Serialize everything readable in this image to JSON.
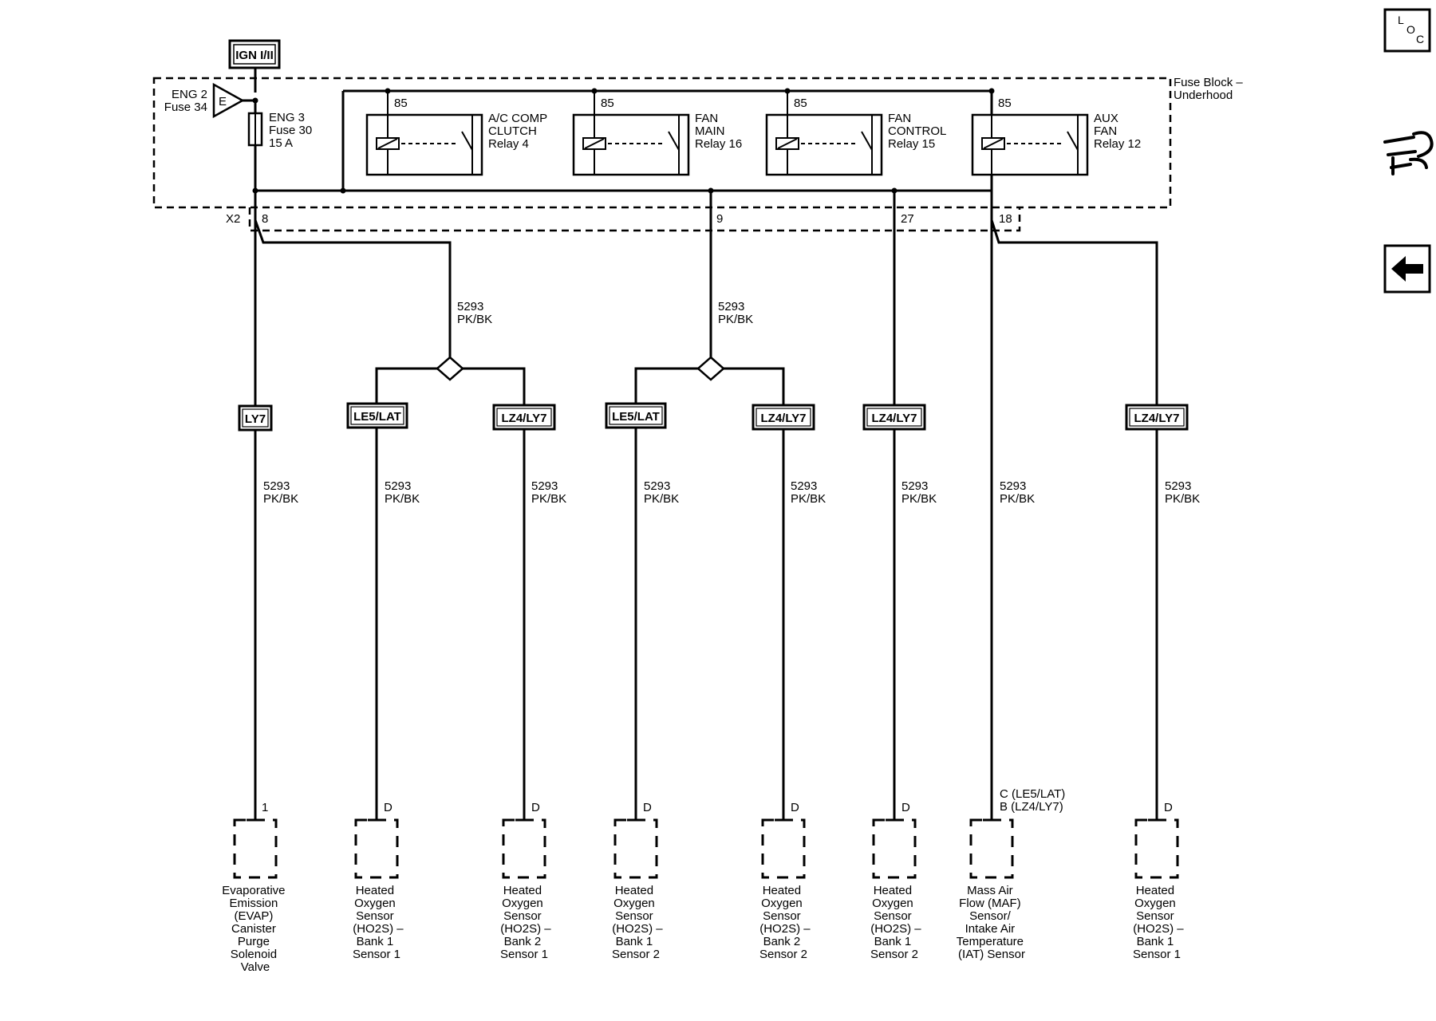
{
  "power_source": "IGN I/II",
  "fuse_block_label": [
    "Fuse Block –",
    "Underhood"
  ],
  "eng2_fuse": {
    "name": "ENG 2",
    "fuse": "Fuse 34",
    "symbol_letter": "E"
  },
  "eng3_fuse": {
    "name": "ENG 3",
    "fuse": "Fuse 30",
    "rating": "15 A"
  },
  "relays": [
    {
      "pin": "85",
      "name": [
        "A/C COMP",
        "CLUTCH",
        "Relay 4"
      ]
    },
    {
      "pin": "85",
      "name": [
        "FAN",
        "MAIN",
        "Relay 16"
      ]
    },
    {
      "pin": "85",
      "name": [
        "FAN",
        "CONTROL",
        "Relay 15"
      ]
    },
    {
      "pin": "85",
      "name": [
        "AUX",
        "FAN",
        "Relay 12"
      ]
    }
  ],
  "connector": {
    "name": "X2",
    "pins": [
      "8",
      "9",
      "27",
      "18"
    ]
  },
  "splice_wires": [
    {
      "circuit": "5293",
      "color": "PK/BK"
    },
    {
      "circuit": "5293",
      "color": "PK/BK"
    }
  ],
  "branches": [
    {
      "option": "LY7",
      "circuit": "5293",
      "color": "PK/BK",
      "pin": [
        "1"
      ],
      "component": [
        "Evaporative",
        "Emission",
        "(EVAP)",
        "Canister",
        "Purge",
        "Solenoid",
        "Valve"
      ]
    },
    {
      "option": "LE5/LAT",
      "circuit": "5293",
      "color": "PK/BK",
      "pin": [
        "D"
      ],
      "component": [
        "Heated",
        "Oxygen",
        "Sensor",
        "(HO2S) –",
        "Bank 1",
        "Sensor 1"
      ]
    },
    {
      "option": "LZ4/LY7",
      "circuit": "5293",
      "color": "PK/BK",
      "pin": [
        "D"
      ],
      "component": [
        "Heated",
        "Oxygen",
        "Sensor",
        "(HO2S) –",
        "Bank 2",
        "Sensor 1"
      ]
    },
    {
      "option": "LE5/LAT",
      "circuit": "5293",
      "color": "PK/BK",
      "pin": [
        "D"
      ],
      "component": [
        "Heated",
        "Oxygen",
        "Sensor",
        "(HO2S) –",
        "Bank 1",
        "Sensor 2"
      ]
    },
    {
      "option": "LZ4/LY7",
      "circuit": "5293",
      "color": "PK/BK",
      "pin": [
        "D"
      ],
      "component": [
        "Heated",
        "Oxygen",
        "Sensor",
        "(HO2S) –",
        "Bank 2",
        "Sensor 2"
      ]
    },
    {
      "option": "LZ4/LY7",
      "circuit": "5293",
      "color": "PK/BK",
      "pin": [
        "D"
      ],
      "component": [
        "Heated",
        "Oxygen",
        "Sensor",
        "(HO2S) –",
        "Bank 1",
        "Sensor 2"
      ]
    },
    {
      "option": "",
      "circuit": "5293",
      "color": "PK/BK",
      "pin": [
        "C (LE5/LAT)",
        "B (LZ4/LY7)"
      ],
      "component": [
        "Mass Air",
        "Flow (MAF)",
        "Sensor/",
        "Intake Air",
        "Temperature",
        "(IAT) Sensor"
      ]
    },
    {
      "option": "LZ4/LY7",
      "circuit": "5293",
      "color": "PK/BK",
      "pin": [
        "D"
      ],
      "component": [
        "Heated",
        "Oxygen",
        "Sensor",
        "(HO2S) –",
        "Bank 1",
        "Sensor 1"
      ]
    }
  ],
  "nav": {
    "loc_letters": [
      "L",
      "O",
      "C"
    ],
    "icons": [
      "loc-icon",
      "connector-swap-icon",
      "back-arrow-icon"
    ]
  },
  "colors": {
    "ink": "#000000",
    "background": "#ffffff"
  }
}
